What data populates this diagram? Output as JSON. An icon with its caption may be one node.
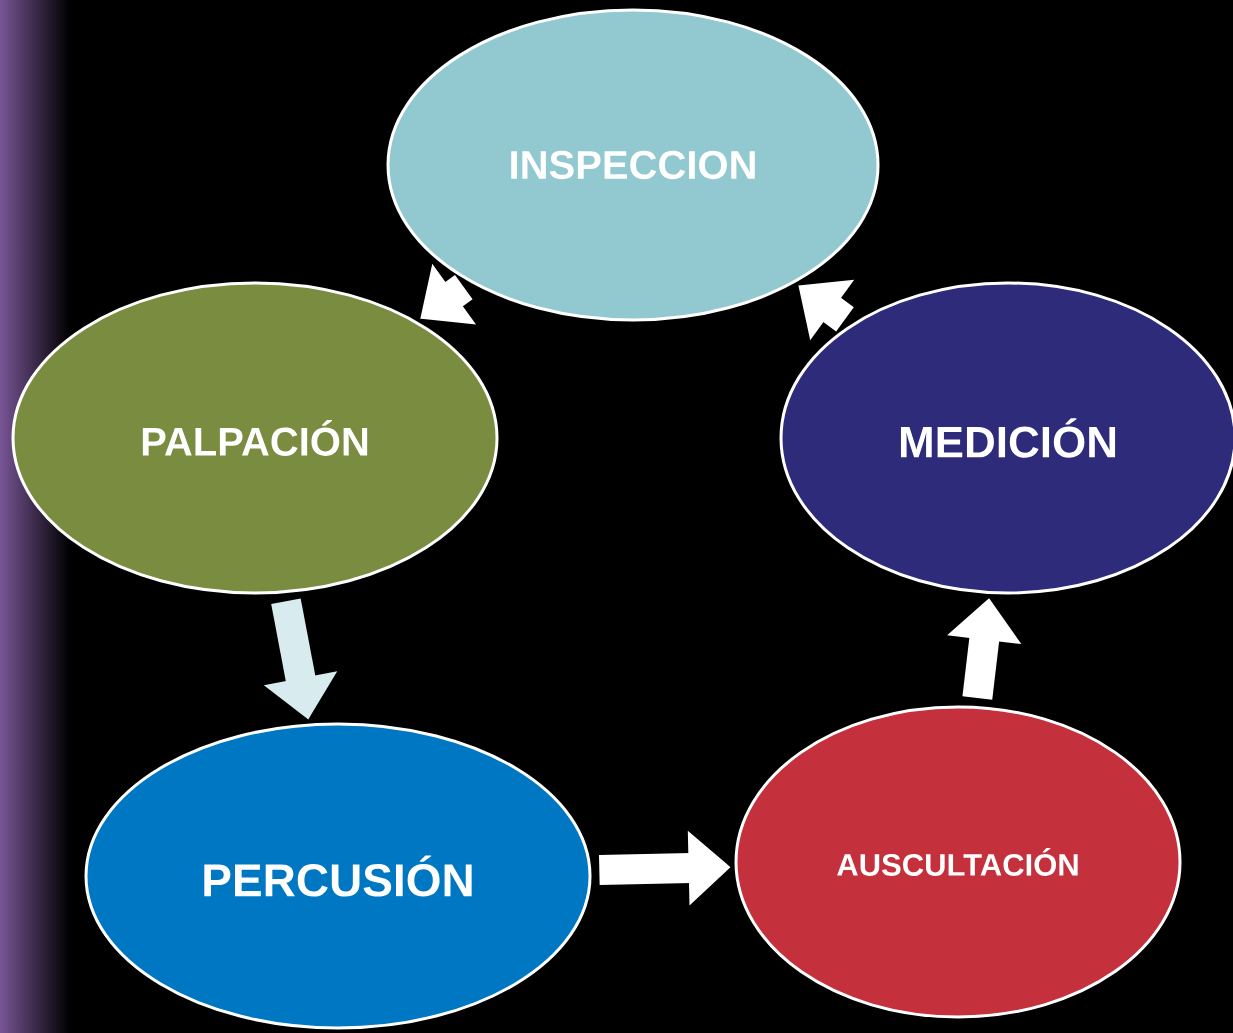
{
  "diagram": {
    "nodes": [
      {
        "text": [
          "INSPECCION"
        ]
      },
      {
        "text": [
          "PALPACIÓN"
        ]
      },
      {
        "text": [
          "MEDICIÓN"
        ]
      },
      {
        "text": [
          "PERCUSIÓN"
        ]
      },
      {
        "text": [
          "AUSCULTACIÓN"
        ]
      }
    ],
    "edges": [
      {
        "from": 0,
        "to": 1,
        "arrow": "to"
      },
      {
        "from": 1,
        "to": 3,
        "arrow": "to",
        "color": "#d8ecf0"
      },
      {
        "from": 3,
        "to": 4,
        "arrow": "to"
      },
      {
        "from": 4,
        "to": 2,
        "arrow": "to"
      },
      {
        "from": 2,
        "to": 0,
        "arrow": "to"
      }
    ]
  }
}
